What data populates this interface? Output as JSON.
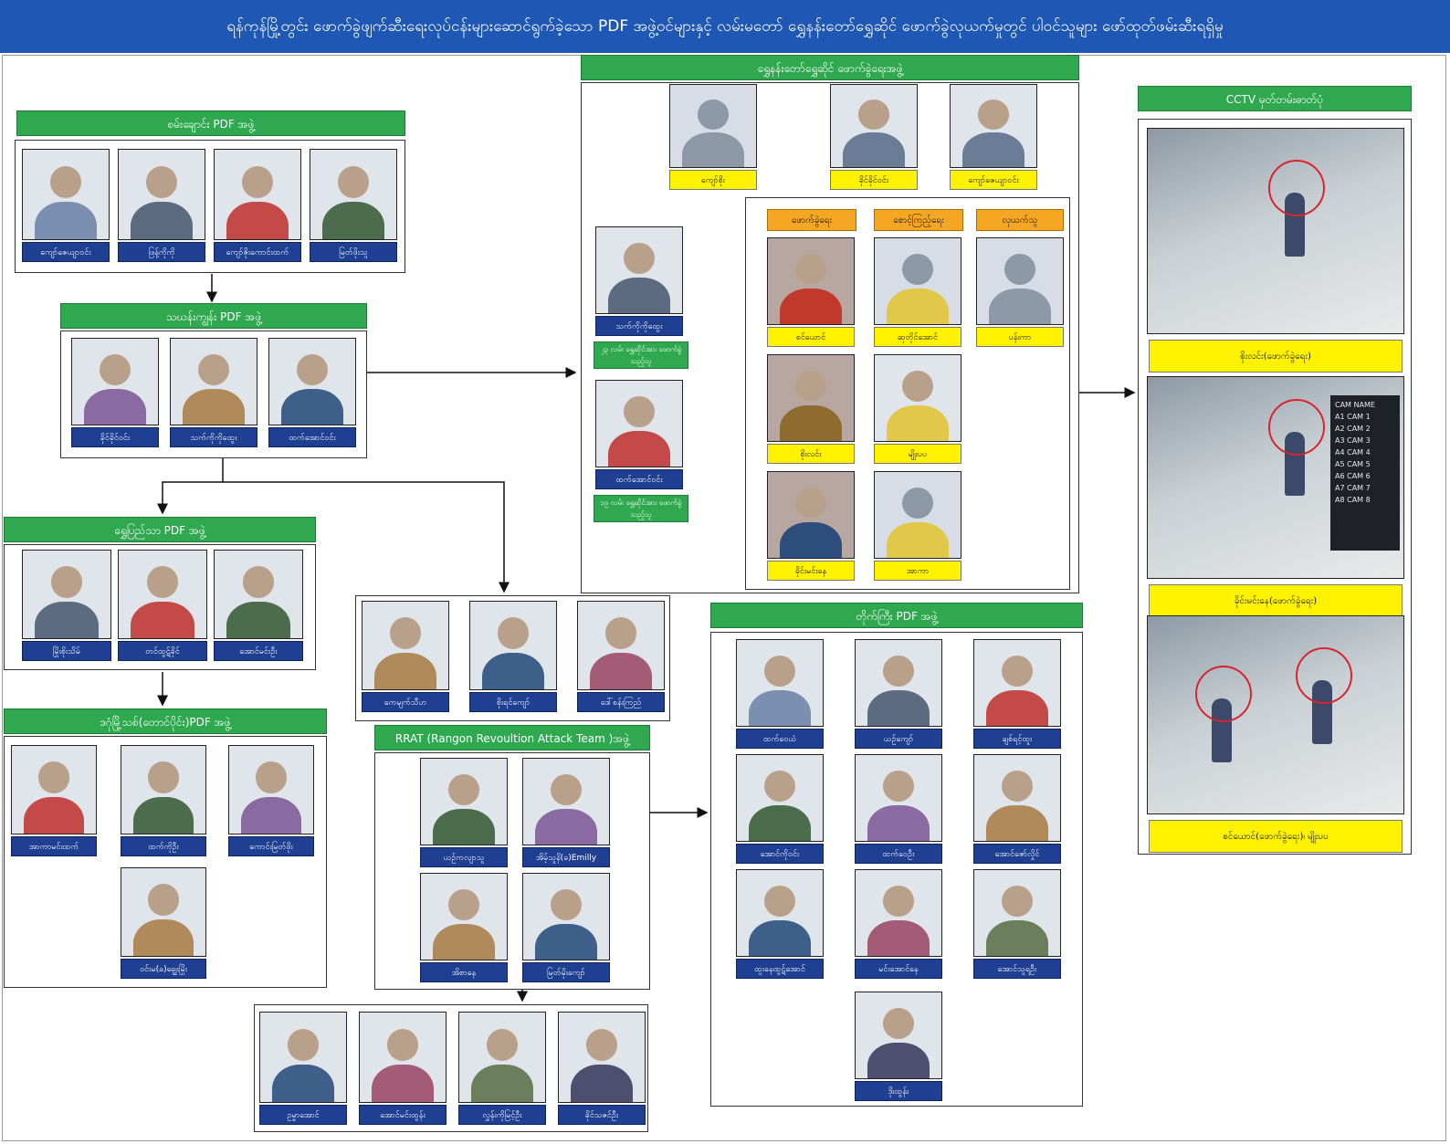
{
  "title": "ရန်ကုန်မြို့တွင်း ဖောက်ခွဲဖျက်ဆီးရေးလုပ်ငန်းများဆောင်ရွက်ခဲ့သော PDF အဖွဲ့ဝင်များနှင့် လမ်းမတော် ရွှေနန်းတော်ရွှေဆိုင် ဖောက်ခွဲလုယက်မှုတွင် ပါဝင်သူများ ဖော်ထုတ်ဖမ်းဆီးရရှိမှု",
  "groups": {
    "semichaung": {
      "header": "စမ်းချောင်း PDF အဖွဲ့",
      "members": [
        "ကျော်ဇေယျာဝင်း",
        "ဖြန့်ကိုကို",
        "ကျော်ဇိုးကောင်းထက်",
        "မြတ်ဖိုးသူ"
      ]
    },
    "thalinkyun": {
      "header": "သဃန်းကျွန်း PDF အဖွဲ့",
      "members": [
        "ခိုင်ခိုင်ဝင်း",
        "သက်ကိုကိုထွေး",
        "ထက်အောင်ဝင်း"
      ]
    },
    "shwepyitha": {
      "header": "ရွှေပြည်သာ PDF အဖွဲ့",
      "members": [
        "မြိုးစိုးသိမ်",
        "တင်ထွဋ်ခိုင်",
        "အောင်မင်းဦး"
      ]
    },
    "dagon": {
      "header": "ဒဂုံမြို့သစ်(တောင်ပိုင်း)PDF အဖွဲ့",
      "members": [
        "အာကာမင်းထက်",
        "ထက်ကိုဦး",
        "ကောင်းမြတ်ဖိုး",
        "ဝင်းမ(ခ)ချွေးမြိုး"
      ]
    },
    "middle": {
      "members": [
        "ကေမျက်သီဟ",
        "စိုးရင်ကျော်",
        "ဒေါ်စန်းကြည်"
      ]
    },
    "rrat": {
      "header": "RRAT (Rangon Revoultion Attack Team )အဖွဲ့",
      "members": [
        "ယဉ်ကလျာသူ",
        "အိမ့်သူနိ(ခ)Emilly",
        "အိစာနေ",
        "မြတ်မိုးကျော်"
      ]
    },
    "rrat_sub": {
      "members": [
        "ဥမ္မာအောင်",
        "အောင်မင်းထွန်း",
        "လွှန်းကိုမြင့်ဦး",
        "ခိုင်သဇင်ဦး"
      ]
    },
    "goldshop": {
      "header": "ရွှေနန်းတော်ရွှေဆိုင် ဖောက်ခွဲရေးအဖွဲ့",
      "top": [
        "ကျော်စိုး",
        "ခိုင်ခိုင်ဝင်း",
        "ကျော်ဇေယျာဝင်း"
      ],
      "left": [
        {
          "name": "သက်ကိုကိုထွေး",
          "note": "၂၃ လမ်း ရွှေဆိုင်အား ဖောက်ခွဲသည့်သူ"
        },
        {
          "name": "ထက်အောင်ဝင်း",
          "note": "၁၉ လမ်း ရွှေဆိုင်အား ဖောက်ခွဲသည့်သူ"
        }
      ],
      "roles": [
        "ဖောက်ခွဲရေး",
        "စောင့်ကြည့်ရေး",
        "လုယက်သူ"
      ],
      "col_bomb": [
        "စင်ယောင်",
        "စိုးလင်း",
        "ခိုင်းမင်းနေ"
      ],
      "col_watch": [
        "ဆုတိုင်အောင်",
        "မျိုးပပ",
        "အာကာ"
      ],
      "col_rob": [
        "ပန်းကာ"
      ]
    },
    "taikkyi": {
      "header": "တိုက်ကြီး PDF အဖွဲ့",
      "members": [
        "ထက်ဝေယံ",
        "ယဉ်ကျော်",
        "ချစ်ရင့်ထူး",
        "အောင်ကိုဝင်း",
        "ထက်ဝေဦး",
        "အောင်ဇော်လှိုင်",
        "ထူးနေထွဋ်အောင်",
        "မင်းအောင်နေ",
        "အောင်သူရဦး",
        "ဒိုးထွန်း"
      ]
    },
    "cctv": {
      "header": "CCTV မှတ်တမ်းဓာတ်ပုံ",
      "captions": [
        "စိုးလင်း(ဖောက်ခွဲရေး)",
        "ခိုင်းမင်းနေ(ဖောက်ခွဲရေး)",
        "စင်ယောင်(ဖောက်ခွဲရေး)၊ မျိုးပပ"
      ],
      "cam_title": "CAM NAME",
      "cams": [
        "A1 CAM 1",
        "A2 CAM 2",
        "A3 CAM 3",
        "A4 CAM 4",
        "A5 CAM 5",
        "A6 CAM 6",
        "A7 CAM 7",
        "A8 CAM 8"
      ]
    }
  }
}
